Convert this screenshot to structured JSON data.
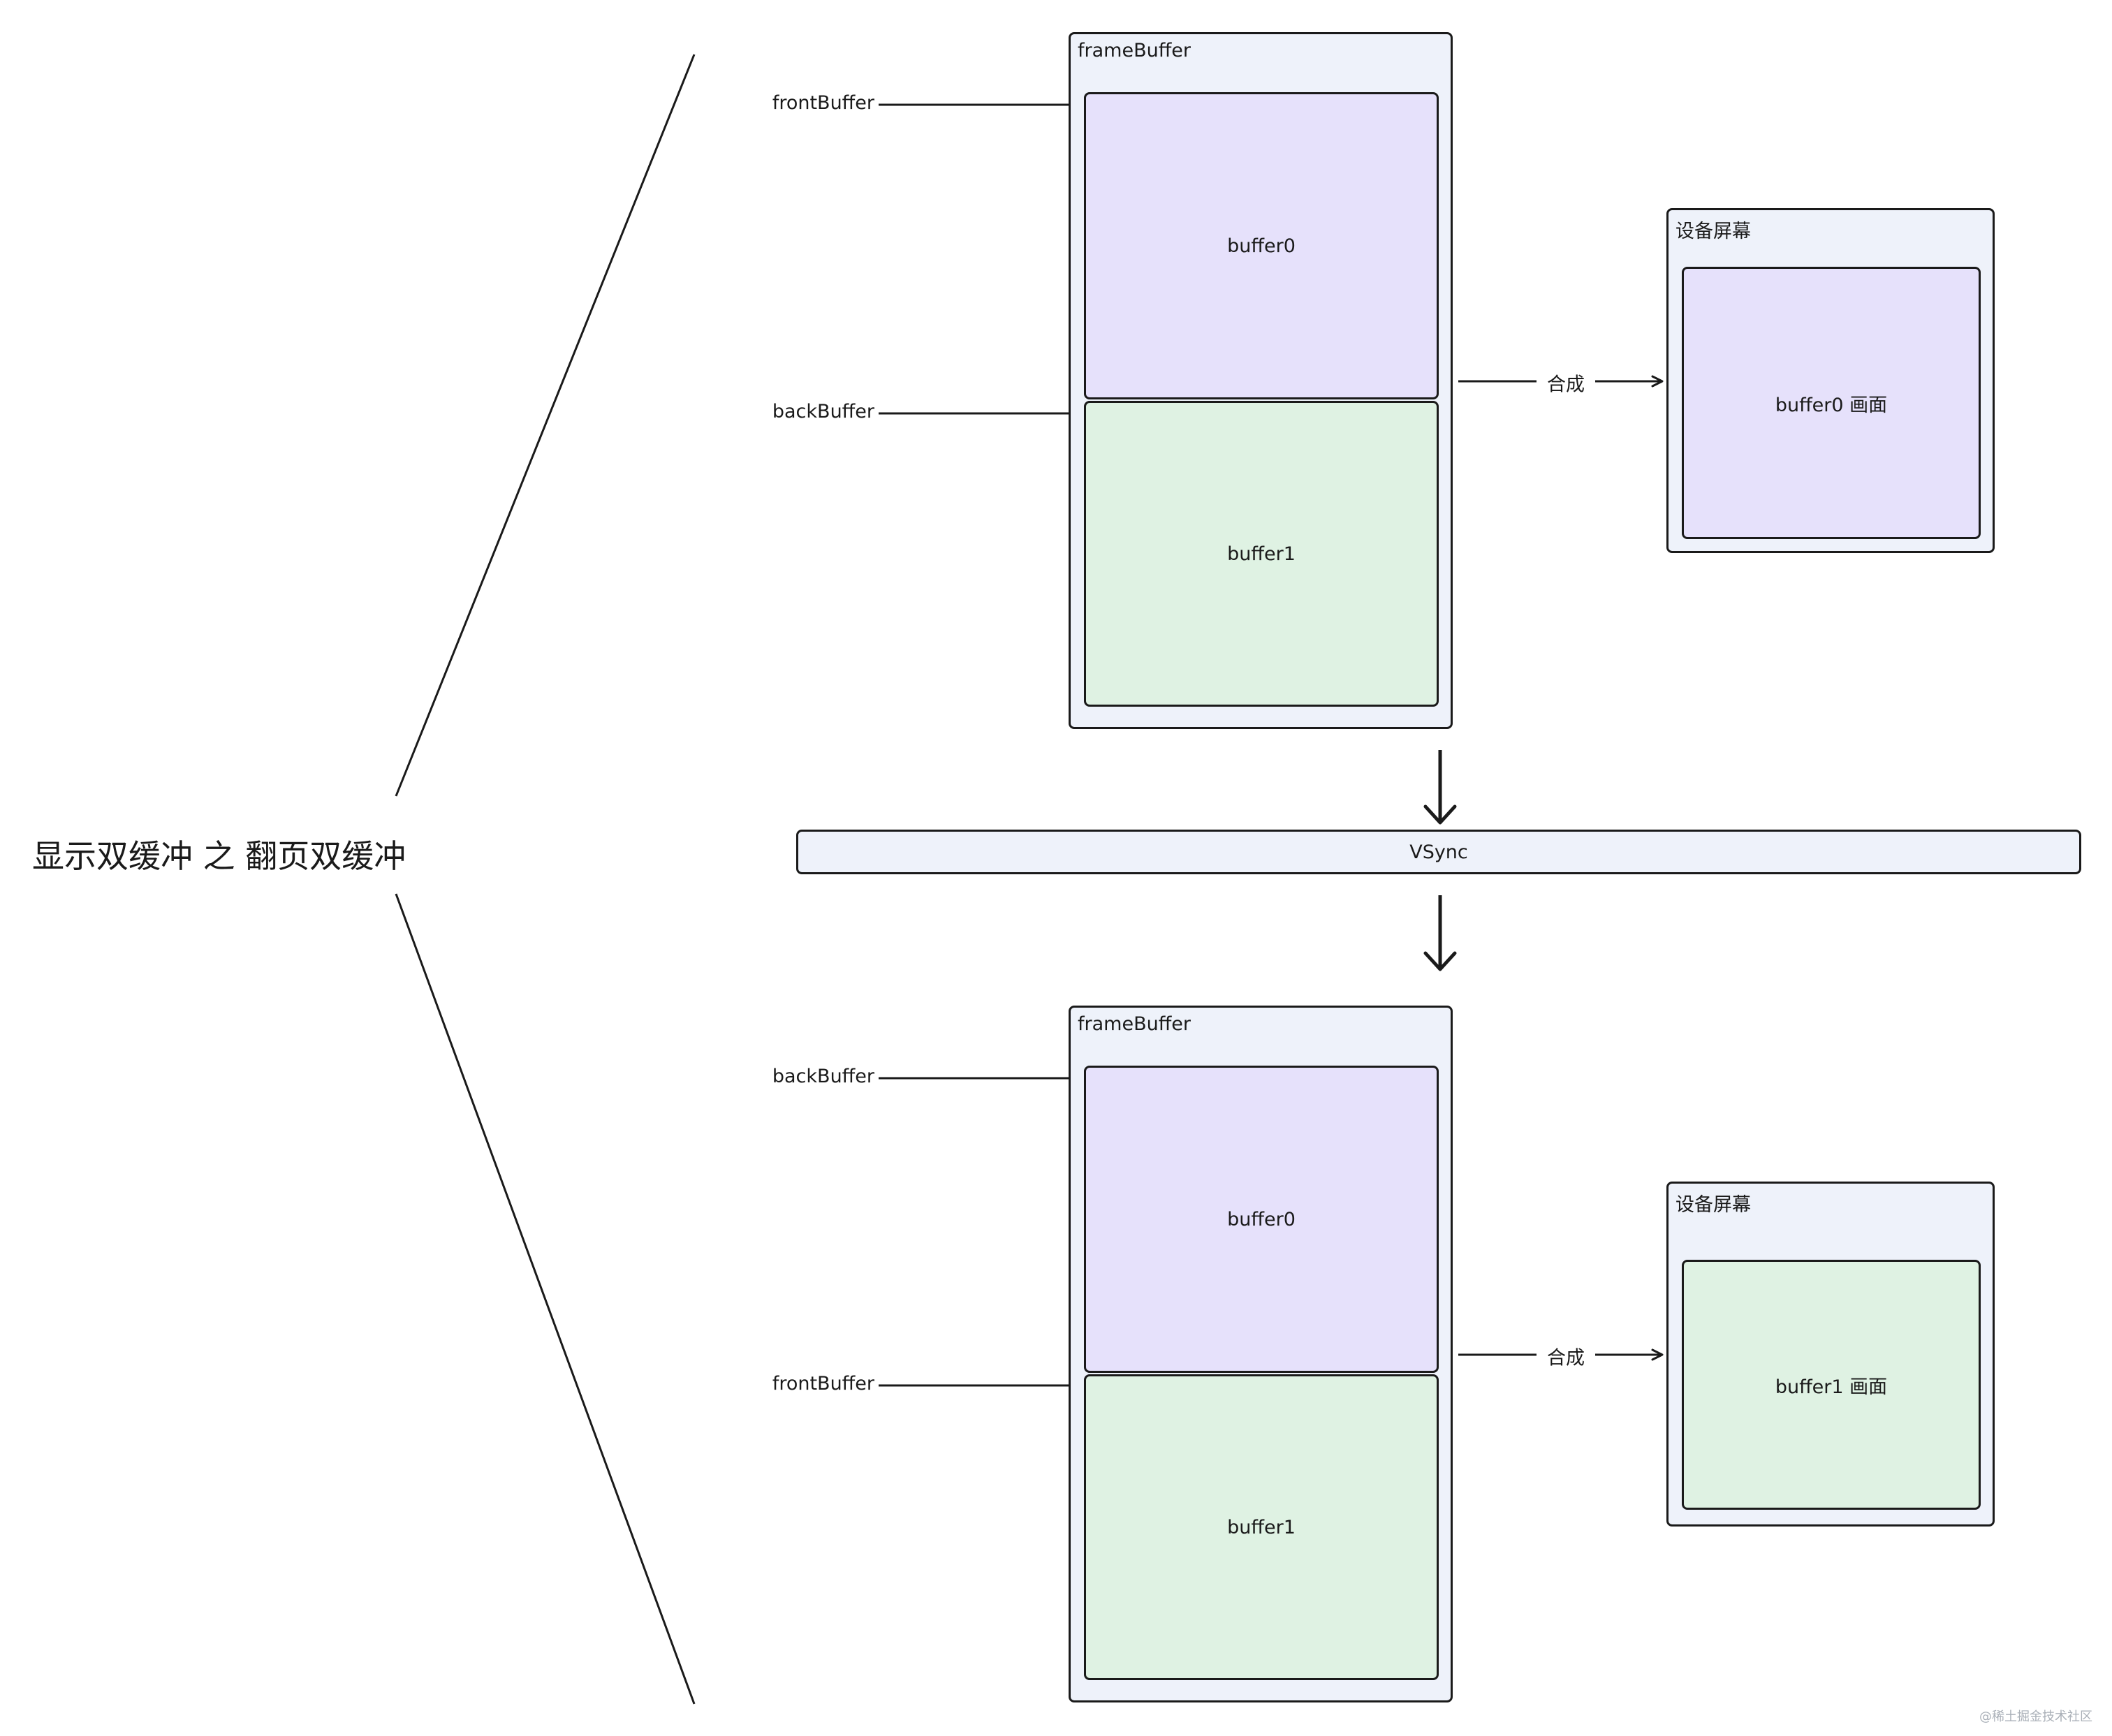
{
  "title": "显示双缓冲 之 翻页双缓冲",
  "top": {
    "framebuffer_label": "frameBuffer",
    "front_pointer": "frontBuffer",
    "back_pointer": "backBuffer",
    "buffer0": "buffer0",
    "buffer1": "buffer1",
    "compose_label": "合成",
    "screen_label": "设备屏幕",
    "screen_content": "buffer0 画面"
  },
  "vsync": "VSync",
  "bottom": {
    "framebuffer_label": "frameBuffer",
    "back_pointer": "backBuffer",
    "front_pointer": "frontBuffer",
    "buffer0": "buffer0",
    "buffer1": "buffer1",
    "compose_label": "合成",
    "screen_label": "设备屏幕",
    "screen_content": "buffer1 画面"
  },
  "watermark": "@稀土掘金技术社区",
  "colors": {
    "container_fill": "#eef2fa",
    "buffer0_fill": "#e6e1fb",
    "buffer1_fill": "#dff2e3",
    "stroke": "#1a1a1a"
  }
}
